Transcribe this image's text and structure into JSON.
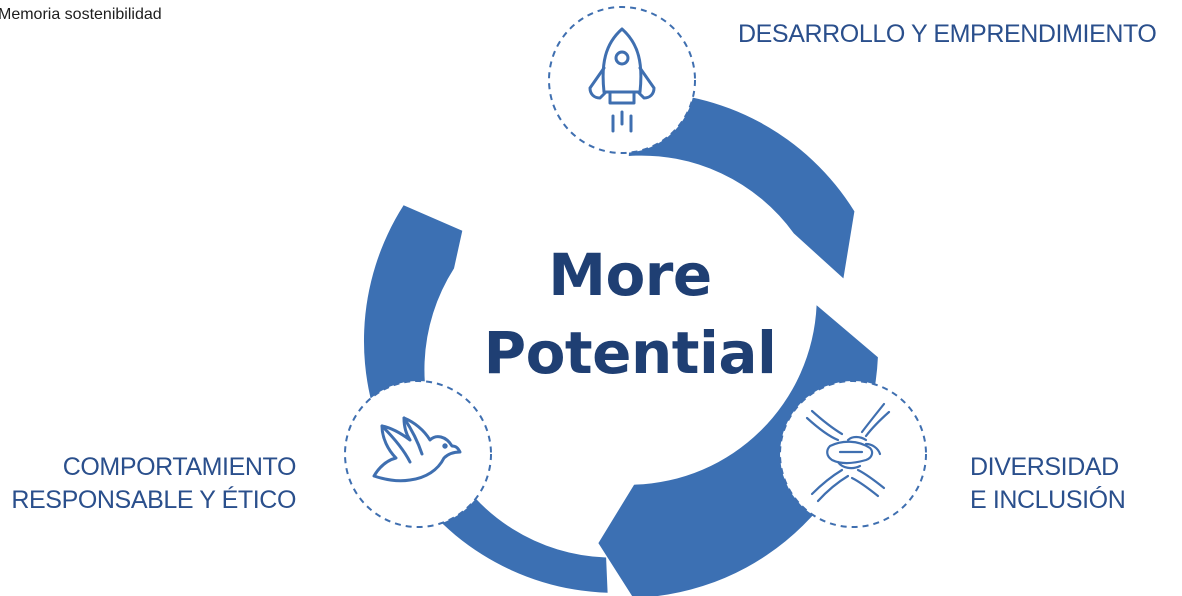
{
  "document": {
    "header_label": "Memoria sostenibilidad"
  },
  "diagram": {
    "center": {
      "line1": "More",
      "line2": "Potential"
    },
    "nodes": [
      {
        "icon": "rocket-icon",
        "lines": [
          "DESARROLLO Y EMPRENDIMIENTO"
        ]
      },
      {
        "icon": "stacked-hands-icon",
        "lines": [
          "DIVERSIDAD",
          "E INCLUSIÓN"
        ]
      },
      {
        "icon": "dove-icon",
        "lines": [
          "COMPORTAMIENTO",
          "RESPONSABLE Y ÉTICO"
        ]
      }
    ],
    "colors": {
      "ring": "#3c70b3",
      "center_text": "#1f3f73",
      "labels": "#2a4f8c",
      "icon_stroke": "#3f6fb0",
      "dashed_circle": "#3f6fb0"
    }
  }
}
